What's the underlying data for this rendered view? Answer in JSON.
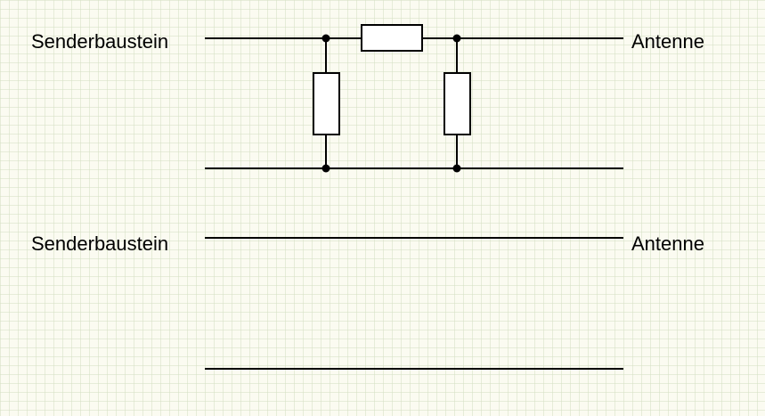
{
  "diagram": {
    "top_circuit": {
      "left_label": "Senderbaustein",
      "right_label": "Antenne"
    },
    "bottom_circuit": {
      "left_label": "Senderbaustein",
      "right_label": "Antenne"
    }
  },
  "colors": {
    "background": "#fbfbf1",
    "grid": "#d6e0c4",
    "ink": "#000000",
    "component_fill": "#ffffff"
  }
}
